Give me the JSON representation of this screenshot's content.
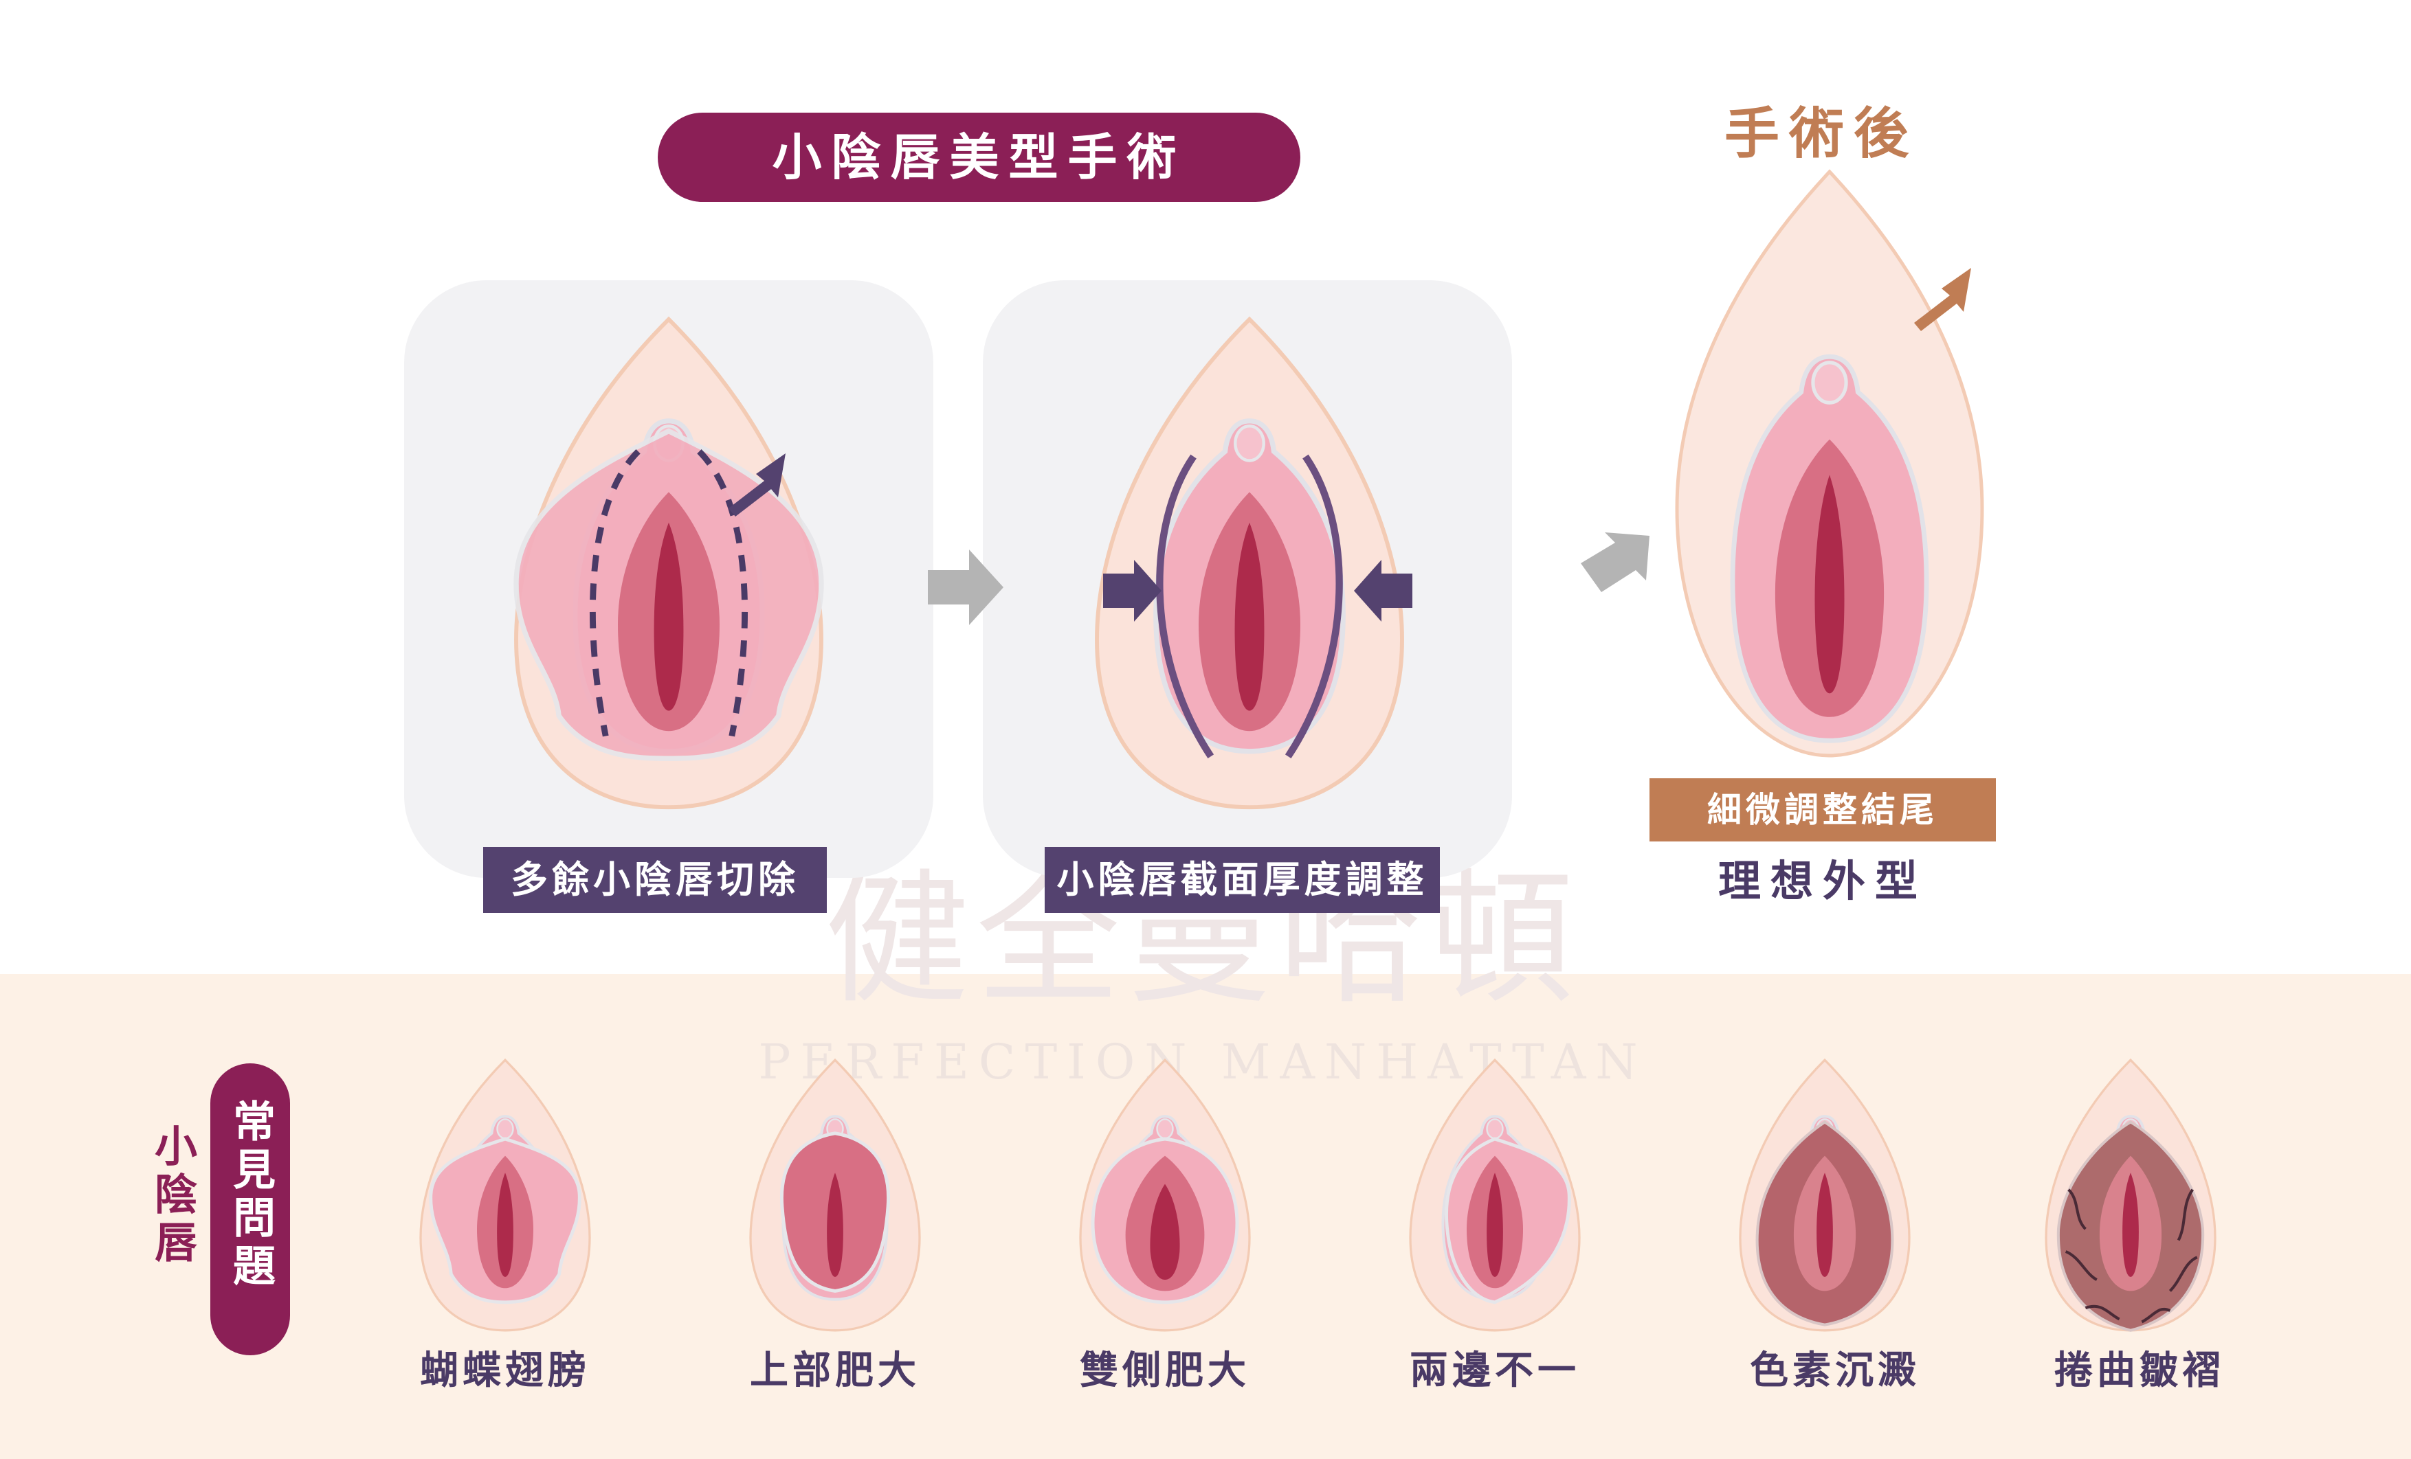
{
  "title": "小陰唇美型手術",
  "steps": [
    {
      "label": "多餘小陰唇切除"
    },
    {
      "label": "小陰唇截面厚度調整"
    }
  ],
  "after": {
    "title": "手術後",
    "box_label": "細微調整結尾",
    "subtitle": "理想外型"
  },
  "problems": {
    "side_label": "小陰唇",
    "pill_label": "常見問題",
    "items": [
      "蝴蝶翅膀",
      "上部肥大",
      "雙側肥大",
      "兩邊不一",
      "色素沉澱",
      "捲曲皺褶"
    ]
  },
  "watermark": {
    "chinese": "健全曼哈頓",
    "english": "PERFECTION MANHATTAN"
  },
  "colors": {
    "title_pill": "#8b1f56",
    "step_label_bg": "#54426f",
    "after_accent": "#c07d54",
    "dark_text": "#4a3a66",
    "bottom_band": "#fdf1e6",
    "step_panel": "#f2f2f4",
    "arrow_purple": "#54426f",
    "arrow_grey": "#b4b4b4"
  }
}
